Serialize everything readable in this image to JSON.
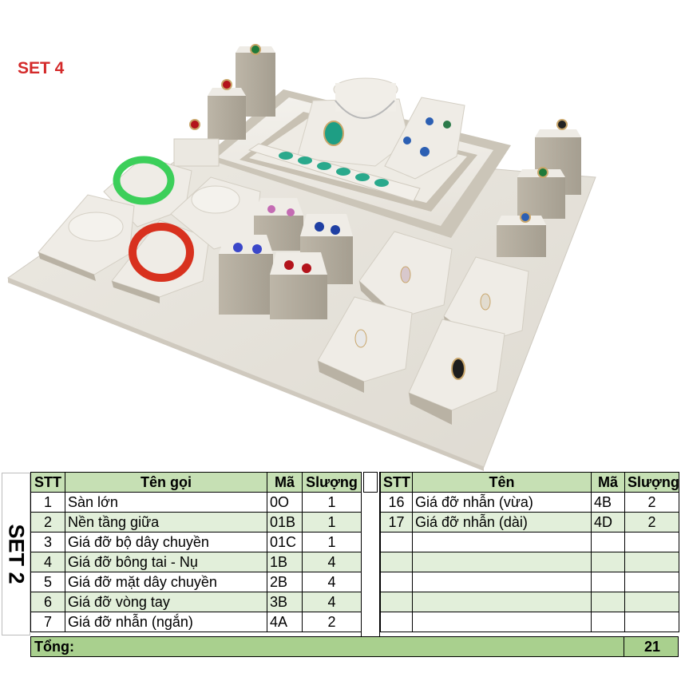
{
  "photo": {
    "set_label": "SET 4"
  },
  "side_label": "SET 2",
  "left_table": {
    "headers": {
      "stt": "STT",
      "name": "Tên gọi",
      "code": "Mã",
      "qty": "Slượng"
    },
    "rows": [
      {
        "stt": "1",
        "name": "Sàn lớn",
        "code": "0O",
        "qty": "1"
      },
      {
        "stt": "2",
        "name": "Nền tầng giữa",
        "code": "01B",
        "qty": "1"
      },
      {
        "stt": "3",
        "name": "Giá đỡ bộ dây chuyền",
        "code": "01C",
        "qty": "1"
      },
      {
        "stt": "4",
        "name": "Giá đỡ bông tai - Nụ",
        "code": "1B",
        "qty": "4"
      },
      {
        "stt": "5",
        "name": "Giá đỡ mặt dây chuyền",
        "code": "2B",
        "qty": "4"
      },
      {
        "stt": "6",
        "name": "Giá đỡ vòng tay",
        "code": "3B",
        "qty": "4"
      },
      {
        "stt": "7",
        "name": "Giá đỡ nhẫn (ngắn)",
        "code": "4A",
        "qty": "2"
      }
    ]
  },
  "right_table": {
    "headers": {
      "stt": "STT",
      "name": "Tên",
      "code": "Mã",
      "qty": "Slượng"
    },
    "rows": [
      {
        "stt": "16",
        "name": "Giá đỡ nhẫn (vừa)",
        "code": "4B",
        "qty": "2"
      },
      {
        "stt": "17",
        "name": "Giá đỡ nhẫn (dài)",
        "code": "4D",
        "qty": "2"
      }
    ]
  },
  "total": {
    "label": "Tổng:",
    "value": "21"
  }
}
